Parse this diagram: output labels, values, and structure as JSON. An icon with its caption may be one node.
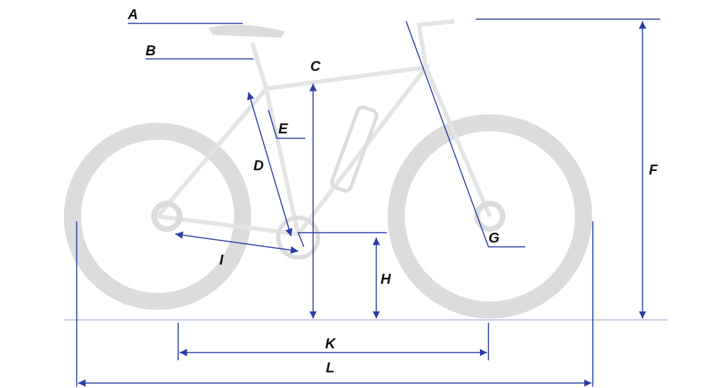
{
  "diagram": {
    "labels": [
      "A",
      "B",
      "C",
      "E",
      "D",
      "F",
      "G",
      "I",
      "H",
      "K",
      "L"
    ]
  }
}
